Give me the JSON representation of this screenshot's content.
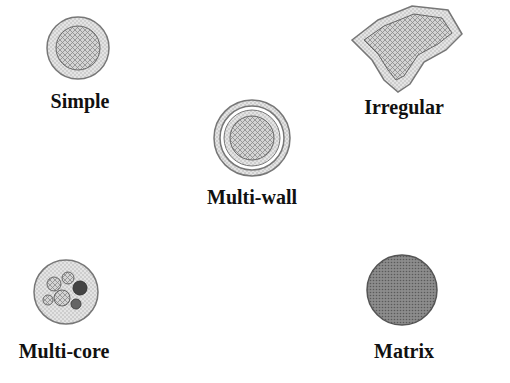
{
  "diagram": {
    "labels": [
      "Simple",
      "Irregular",
      "Multi-wall",
      "Multi-core",
      "Matrix"
    ]
  }
}
